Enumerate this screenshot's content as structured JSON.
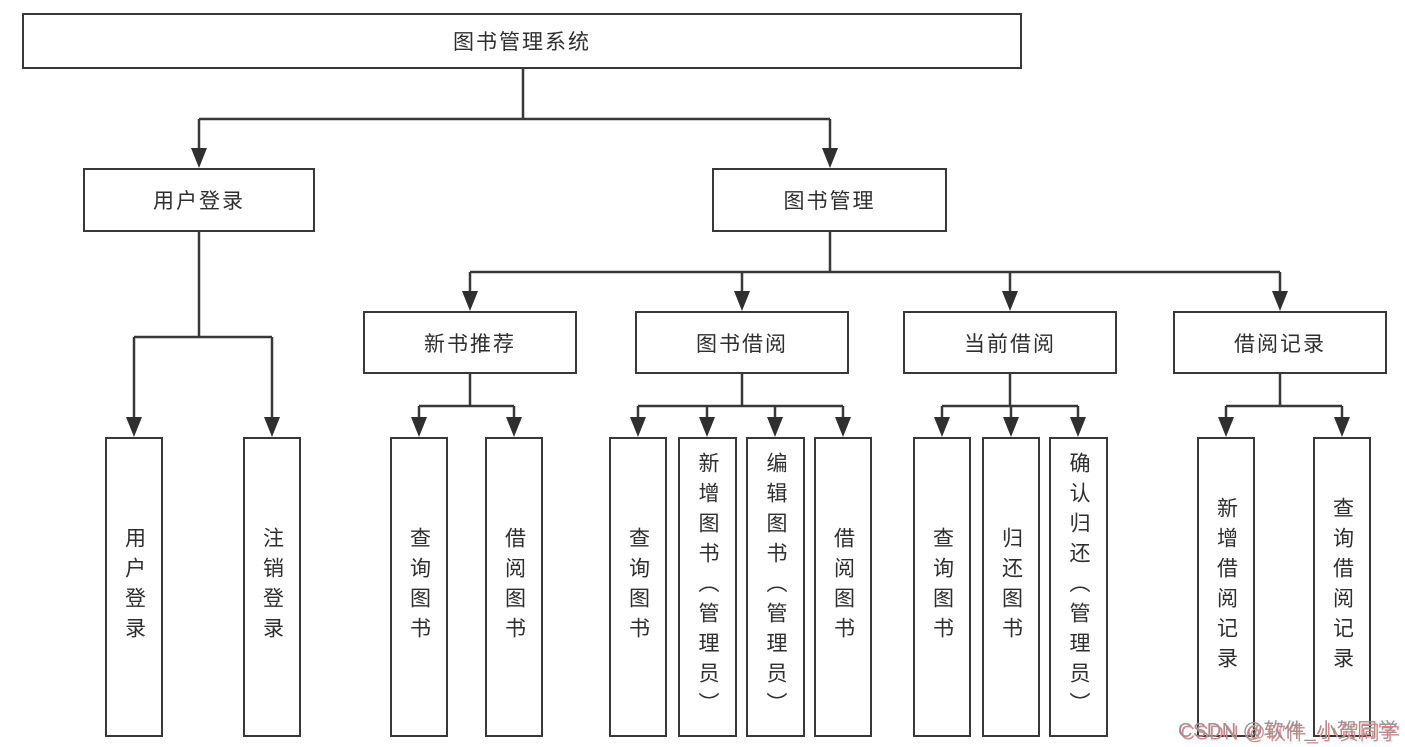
{
  "diagram": {
    "root": {
      "label": "图书管理系统"
    },
    "user_login": {
      "label": "用户登录",
      "children": [
        {
          "label": "用户登录"
        },
        {
          "label": "注销登录"
        }
      ]
    },
    "book_mgmt": {
      "label": "图书管理",
      "groups": [
        {
          "label": "新书推荐",
          "children": [
            {
              "label": "查询图书"
            },
            {
              "label": "借阅图书"
            }
          ]
        },
        {
          "label": "图书借阅",
          "children": [
            {
              "label": "查询图书"
            },
            {
              "label": "新增图书（管理员）"
            },
            {
              "label": "编辑图书（管理员）"
            },
            {
              "label": "借阅图书"
            }
          ]
        },
        {
          "label": "当前借阅",
          "children": [
            {
              "label": "查询图书"
            },
            {
              "label": "归还图书"
            },
            {
              "label": "确认归还（管理员）"
            }
          ]
        },
        {
          "label": "借阅记录",
          "children": [
            {
              "label": "新增借阅记录"
            },
            {
              "label": "查询借阅记录"
            }
          ]
        }
      ]
    },
    "watermark": "CSDN @软件_小贺同学"
  },
  "colors": {
    "line": "#383838",
    "text": "#2e2e2e",
    "watermark_gray": "#949494",
    "watermark_shadow": "#ee8080"
  }
}
